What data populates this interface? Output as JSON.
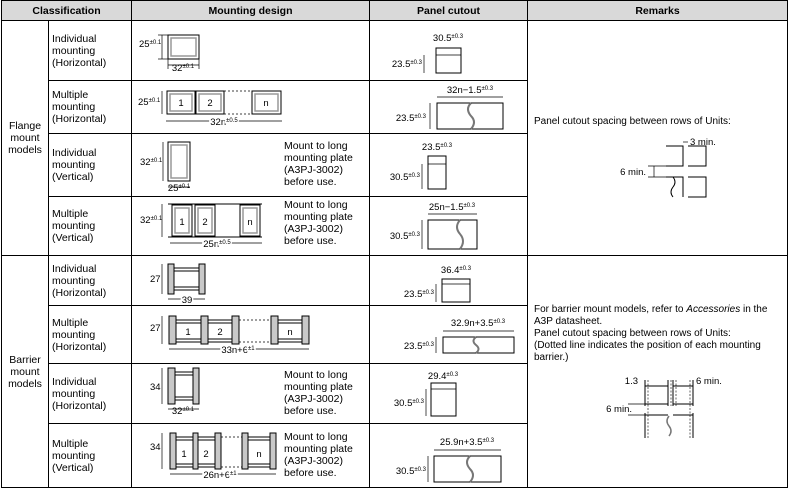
{
  "header": {
    "classification": "Classification",
    "mounting_design": "Mounting design",
    "panel_cutout": "Panel cutout",
    "remarks": "Remarks"
  },
  "unit_labels": [
    "1",
    "2",
    "n"
  ],
  "flange": {
    "label": "Flange\nmount\nmodels",
    "rows": [
      {
        "label": "Individual\nmounting\n(Horizontal)",
        "dh": {
          "v": "25",
          "t": "±0.1"
        },
        "dw": {
          "v": "32",
          "t": "±0.1"
        },
        "cw": {
          "v": "30.5",
          "t": "±0.3"
        },
        "ch": {
          "v": "23.5",
          "t": "±0.3"
        }
      },
      {
        "label": "Multiple\nmounting\n(Horizontal)",
        "dh": {
          "v": "25",
          "t": "±0.1"
        },
        "dw": {
          "v": "32n",
          "t": "±0.5"
        },
        "cw": {
          "v": "32n−1.5",
          "t": "±0.3"
        },
        "ch": {
          "v": "23.5",
          "t": "±0.3"
        }
      },
      {
        "label": "Individual\nmounting\n(Vertical)",
        "dh": {
          "v": "32",
          "t": "±0.1"
        },
        "dw": {
          "v": "25",
          "t": "±0.1"
        },
        "note": "Mount to long\nmounting plate\n(A3PJ-3002)\nbefore use.",
        "cw": {
          "v": "23.5",
          "t": "±0.3"
        },
        "ch": {
          "v": "30.5",
          "t": "±0.3"
        }
      },
      {
        "label": "Multiple\nmounting\n(Vertical)",
        "dh": {
          "v": "32",
          "t": "±0.1"
        },
        "dw": {
          "v": "25n",
          "t": "±0.5"
        },
        "note": "Mount to long\nmounting plate\n(A3PJ-3002)\nbefore use.",
        "cw": {
          "v": "25n−1.5",
          "t": "±0.3"
        },
        "ch": {
          "v": "30.5",
          "t": "±0.3"
        }
      }
    ],
    "remarks": {
      "text": "Panel cutout spacing between rows of Units:",
      "gap_h": "3 min.",
      "gap_v": "6 min."
    }
  },
  "barrier": {
    "label": "Barrier\nmount\nmodels",
    "rows": [
      {
        "label": "Individual\nmounting\n(Horizontal)",
        "dh": {
          "v": "27",
          "t": ""
        },
        "dw": {
          "v": "39",
          "t": ""
        },
        "cw": {
          "v": "36.4",
          "t": "±0.3"
        },
        "ch": {
          "v": "23.5",
          "t": "±0.3"
        }
      },
      {
        "label": "Multiple\nmounting\n(Horizontal)",
        "dh": {
          "v": "27",
          "t": ""
        },
        "dw": {
          "v": "33n+6",
          "t": "±1"
        },
        "cw": {
          "v": "32.9n+3.5",
          "t": "±0.3"
        },
        "ch": {
          "v": "23.5",
          "t": "±0.3"
        }
      },
      {
        "label": "Individual\nmounting\n(Horizontal)",
        "dh": {
          "v": "34",
          "t": ""
        },
        "dw": {
          "v": "32",
          "t": "±0.1"
        },
        "note": "Mount to long\nmounting plate\n(A3PJ-3002)\nbefore use.",
        "cw": {
          "v": "29.4",
          "t": "±0.3"
        },
        "ch": {
          "v": "30.5",
          "t": "±0.3"
        }
      },
      {
        "label": "Multiple\nmounting\n(Vertical)",
        "dh": {
          "v": "34",
          "t": ""
        },
        "dw": {
          "v": "26n+6",
          "t": "±1"
        },
        "note": "Mount to long\nmounting plate\n(A3PJ-3002)\nbefore use.",
        "cw": {
          "v": "25.9n+3.5",
          "t": "±0.3"
        },
        "ch": {
          "v": "30.5",
          "t": "±0.3"
        }
      }
    ],
    "remarks": {
      "t1": "For barrier mount models, refer to ",
      "t1_italic": "Accessories",
      "t1_end": " in the A3P datasheet.",
      "t2": "Panel cutout spacing between rows of Units:",
      "t3": "(Dotted line indicates the position of each mounting barrier.)",
      "dim_a": "1.3",
      "dim_b": "6 min.",
      "dim_c": "6 min."
    }
  }
}
